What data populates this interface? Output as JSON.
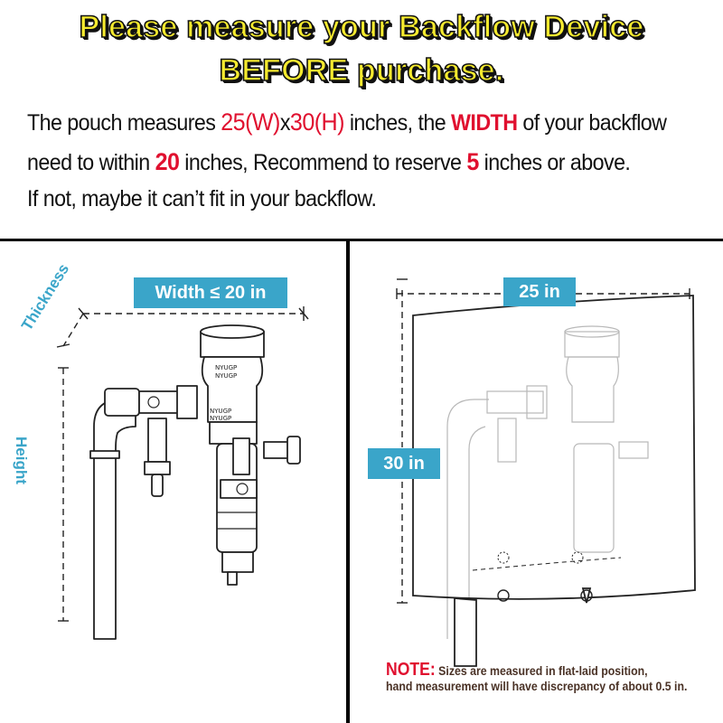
{
  "header": {
    "line1": "Please measure  your Backflow Device",
    "line2": "BEFORE purchase."
  },
  "description": {
    "l1_a": "The  pouch measures ",
    "l1_w": "25(W)",
    "l1_x": "x",
    "l1_h": "30(H)",
    "l1_b": " inches, the ",
    "l1_width": "WIDTH",
    "l1_c": " of your backflow",
    "l2_a": "need to within ",
    "l2_20": "20",
    "l2_b": " inches, Recommend to reserve ",
    "l2_5": "5",
    "l2_c": " inches or above.",
    "l3": "If not, maybe it can’t fit in your backflow."
  },
  "left_panel": {
    "width_tag": "Width ≤ 20 in",
    "thickness_label": "Thickness",
    "height_label": "Height",
    "device_marking_1": "NYUGP",
    "device_marking_2": "NYUGP"
  },
  "right_panel": {
    "width_tag": "25 in",
    "height_tag": "30 in",
    "note_label": "NOTE:",
    "note_line1": " Sizes are measured in flat-laid position,",
    "note_line2": "hand measurement will have discrepancy of about 0.5 in."
  },
  "colors": {
    "headline_fill": "#f5ea2e",
    "accent_red": "#e0102f",
    "tag_blue": "#3aa5c9",
    "note_brown": "#4a3226"
  }
}
